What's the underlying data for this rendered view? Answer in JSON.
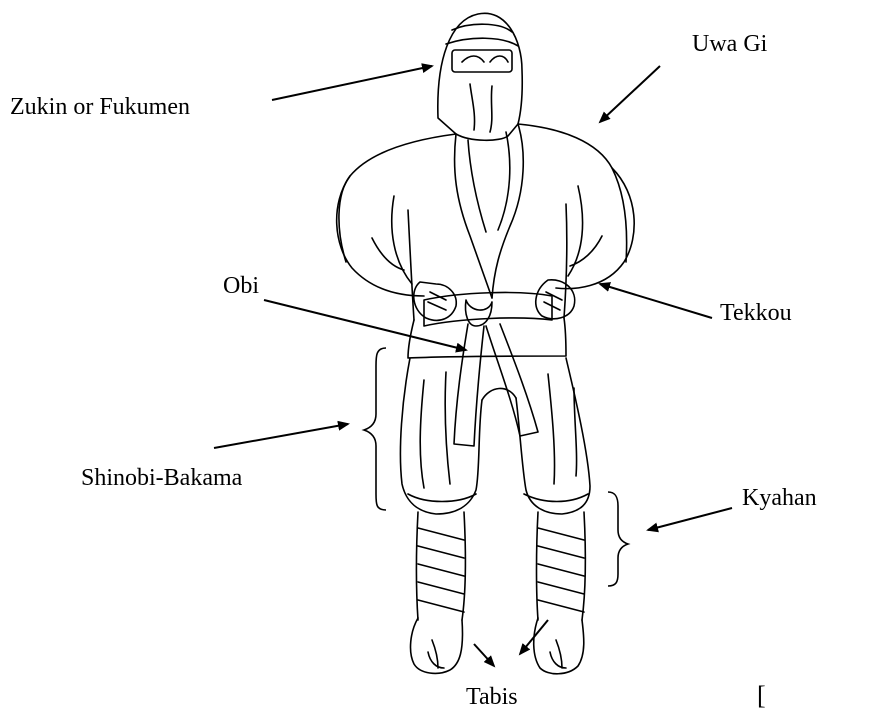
{
  "labels": {
    "zukin": "Zukin or Fukumen",
    "uwa_gi": "Uwa Gi",
    "obi": "Obi",
    "tekkou": "Tekkou",
    "shinobi_bakama": "Shinobi-Bakama",
    "kyahan": "Kyahan",
    "tabis": "Tabis",
    "corner_mark": "["
  }
}
